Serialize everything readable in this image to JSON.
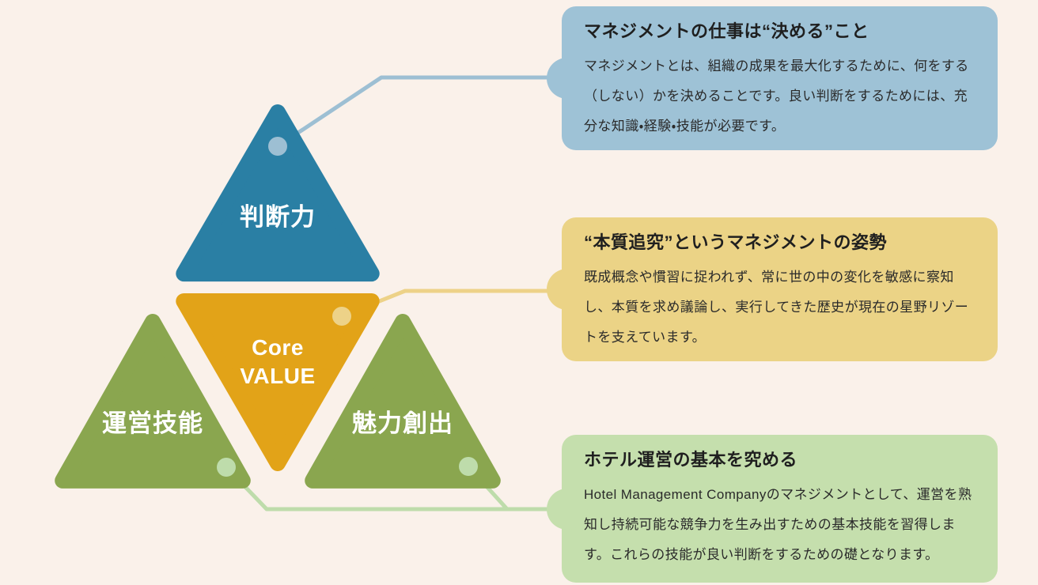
{
  "page": {
    "background_color": "#faf1ea"
  },
  "pyramid": {
    "segments": [
      {
        "id": "judgment",
        "label": "判断力",
        "color": "#2a7fa4",
        "text_color": "#ffffff"
      },
      {
        "id": "core-value",
        "label": "Core\nVALUE",
        "color": "#e2a318",
        "text_color": "#ffffff"
      },
      {
        "id": "operation",
        "label": "運営技能",
        "color": "#8aa64f",
        "text_color": "#ffffff"
      },
      {
        "id": "attraction",
        "label": "魅力創出",
        "color": "#8aa64f",
        "text_color": "#ffffff"
      }
    ]
  },
  "callouts": [
    {
      "id": "judgment",
      "title": "マネジメントの仕事は“決める”こと",
      "body": "マネジメントとは、組織の成果を最大化するために、何をする（しない）かを決めることです。良い判断をするためには、充分な知識・経験・技能が必要です。",
      "bg_color": "#9ec2d6",
      "connector_color": "#9dbfd3"
    },
    {
      "id": "core-value",
      "title": "“本質追究”というマネジメントの姿勢",
      "body": "既成概念や慣習に捉われず、常に世の中の変化を敏感に察知し、本質を求め議論し、実行してきた歴史が現在の星野リゾートを支えています。",
      "bg_color": "#ebd386",
      "connector_color": "#edd288"
    },
    {
      "id": "hotel-operation",
      "title": "ホテル運営の基本を究める",
      "body": "Hotel Management Companyのマネジメントとして、運営を熟知し持続可能な競争力を生み出すための基本技能を習得します。これらの技能が良い判断をするための礎となります。",
      "bg_color": "#c5dfad",
      "connector_color": "#bedcab"
    }
  ]
}
